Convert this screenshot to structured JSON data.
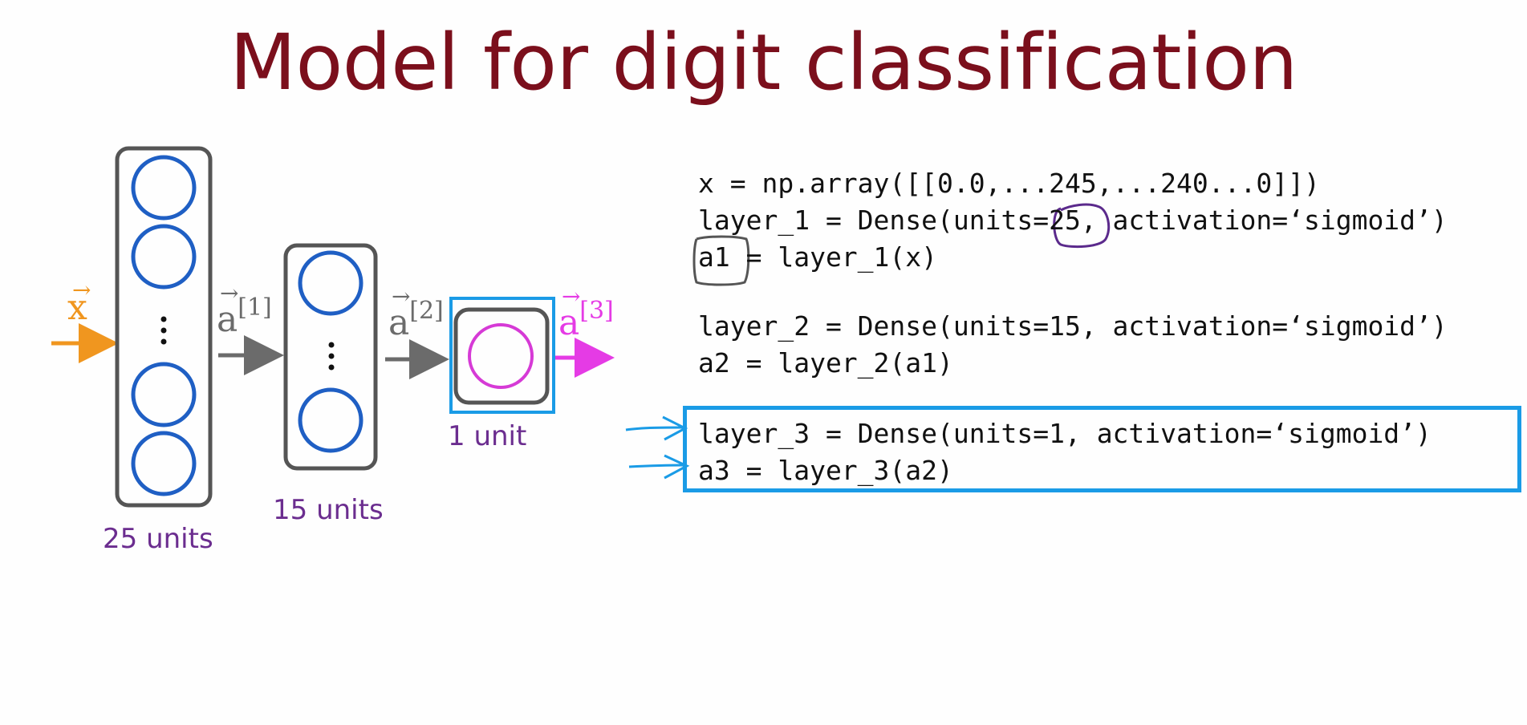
{
  "title": "Model for digit classification",
  "diagram": {
    "input_label": {
      "symbol": "x",
      "color": "#f0961f"
    },
    "activations": [
      {
        "symbol": "a",
        "superscript": "[1]",
        "color": "#6b6b6b"
      },
      {
        "symbol": "a",
        "superscript": "[2]",
        "color": "#6b6b6b"
      },
      {
        "symbol": "a",
        "superscript": "[3]",
        "color": "#e53be5"
      }
    ],
    "layers": [
      {
        "label": "25 units"
      },
      {
        "label": "15 units"
      },
      {
        "label": "1 unit"
      }
    ],
    "colors": {
      "neuron": "#1f5fc4",
      "output_neuron": "#d63ad6",
      "layer_box": "#555555",
      "highlight": "#1a9be6",
      "unit_label": "#6b2d8f",
      "annotation_purple": "#5b2a8c",
      "annotation_gray": "#555555"
    }
  },
  "code": {
    "lines": [
      "x = np.array([[0.0,...245,...240...0]])",
      "layer_1 = Dense(units=25, activation=‘sigmoid’)",
      "a1 = layer_1(x)",
      "layer_2 = Dense(units=15, activation=‘sigmoid’)",
      "a2 = layer_2(a1)",
      "layer_3 = Dense(units=1, activation=‘sigmoid’)",
      "a3 = layer_3(a2)"
    ]
  }
}
